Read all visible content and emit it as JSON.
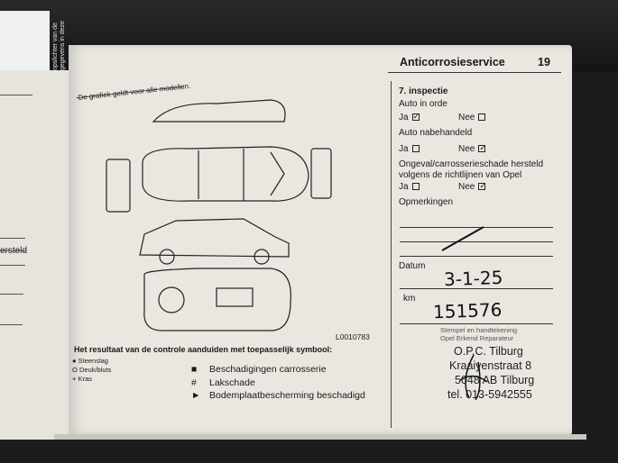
{
  "left_page": {
    "partial_text": "ersteld",
    "spine_text": "opslichter van de gegevens in deze"
  },
  "header": {
    "title": "Anticorrosieservice",
    "page_number": "19"
  },
  "diagram": {
    "caption": "De grafiek geldt voor alle modellen.",
    "reference": "L0010783"
  },
  "legend": {
    "heading": "Het resultaat van de controle aanduiden met toepasselijk symbool:",
    "small": [
      {
        "symbol": "●",
        "label": "Steenslag"
      },
      {
        "symbol": "O",
        "label": "Deuk/bluts"
      },
      {
        "symbol": "+",
        "label": "Kras"
      }
    ],
    "large": [
      {
        "symbol": "■",
        "label": "Beschadigingen carrosserie"
      },
      {
        "symbol": "#",
        "label": "Lakschade"
      },
      {
        "symbol": "►",
        "label": "Bodemplaatbescherming beschadigd"
      }
    ]
  },
  "inspection": {
    "title": "7. inspectie",
    "q1": {
      "label": "Auto in orde",
      "yes": "Ja",
      "no": "Nee",
      "checked": "yes"
    },
    "q2": {
      "label": "Auto nabehandeld",
      "yes": "Ja",
      "no": "Nee",
      "checked": "no"
    },
    "q3": {
      "label_line1": "Ongeval/carrosserieschade hersteld",
      "label_line2": "volgens de richtlijnen van Opel",
      "yes": "Ja",
      "no": "Nee",
      "checked": "no"
    },
    "remarks_label": "Opmerkingen",
    "date_label": "Datum",
    "date_value": "3-1-25",
    "km_label": "km",
    "km_value": "151576",
    "stamp_label_line1": "Stempel en handtekening",
    "stamp_label_line2": "Opel Erkend Reparateur"
  },
  "stamp": {
    "line1": "O.P.C. Tilburg",
    "line2": "Kraaiyenstraat  8",
    "line3": "5048 AB Tilburg",
    "line4": "tel. 013-5942555"
  }
}
